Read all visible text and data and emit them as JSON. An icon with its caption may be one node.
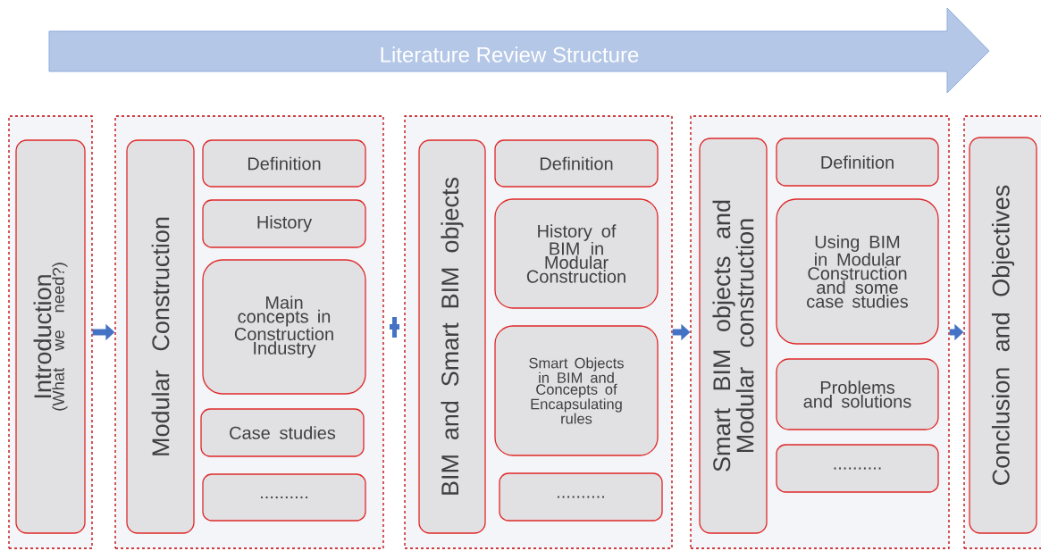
{
  "diagram": {
    "nodes": [
      {
        "text": [
          "Literature Review Structure"
        ]
      },
      {
        "text": [],
        "shape": "box"
      },
      {
        "text": [
          "Introduction",
          "(What we need?)"
        ],
        "in": 1
      },
      {
        "text": [],
        "shape": "box"
      },
      {
        "text": [
          "Modular Construction"
        ],
        "in": 3
      },
      {
        "text": [
          "Definition"
        ],
        "in": 3
      },
      {
        "text": [
          "History"
        ],
        "in": 3
      },
      {
        "text": [
          "Main concepts in Construction Industry"
        ],
        "in": 3
      },
      {
        "text": [
          "Case studies"
        ],
        "in": 3
      },
      {
        "text": [
          ".........."
        ],
        "in": 3
      },
      {
        "text": [],
        "shape": "box"
      },
      {
        "text": [
          "BIM and Smart BIM objects"
        ],
        "in": 10
      },
      {
        "text": [
          "Definition"
        ],
        "in": 10
      },
      {
        "text": [
          "History of BIM in Modular Construction"
        ],
        "in": 10
      },
      {
        "text": [
          "Smart Objects in BIM and Concepts of Encapsulating rules"
        ],
        "in": 10
      },
      {
        "text": [
          ".........."
        ],
        "in": 10
      },
      {
        "text": [],
        "shape": "box"
      },
      {
        "text": [
          "Smart BIM objects and Modular construction"
        ],
        "in": 16
      },
      {
        "text": [
          "Definition"
        ],
        "in": 16
      },
      {
        "text": [
          "Using BIM in Modular Construction and some case studies"
        ],
        "in": 16
      },
      {
        "text": [
          "Problems and solutions"
        ],
        "in": 16
      },
      {
        "text": [
          ".........."
        ],
        "in": 16
      },
      {
        "text": [],
        "shape": "box"
      },
      {
        "text": [
          "Conclusion and Objectives"
        ],
        "in": 22
      }
    ],
    "edges": [
      {
        "from": 1,
        "to": 3,
        "arrow": "to"
      },
      {
        "from": 10,
        "to": 16,
        "arrow": "to"
      },
      {
        "from": 16,
        "to": 22,
        "arrow": "to"
      }
    ]
  }
}
